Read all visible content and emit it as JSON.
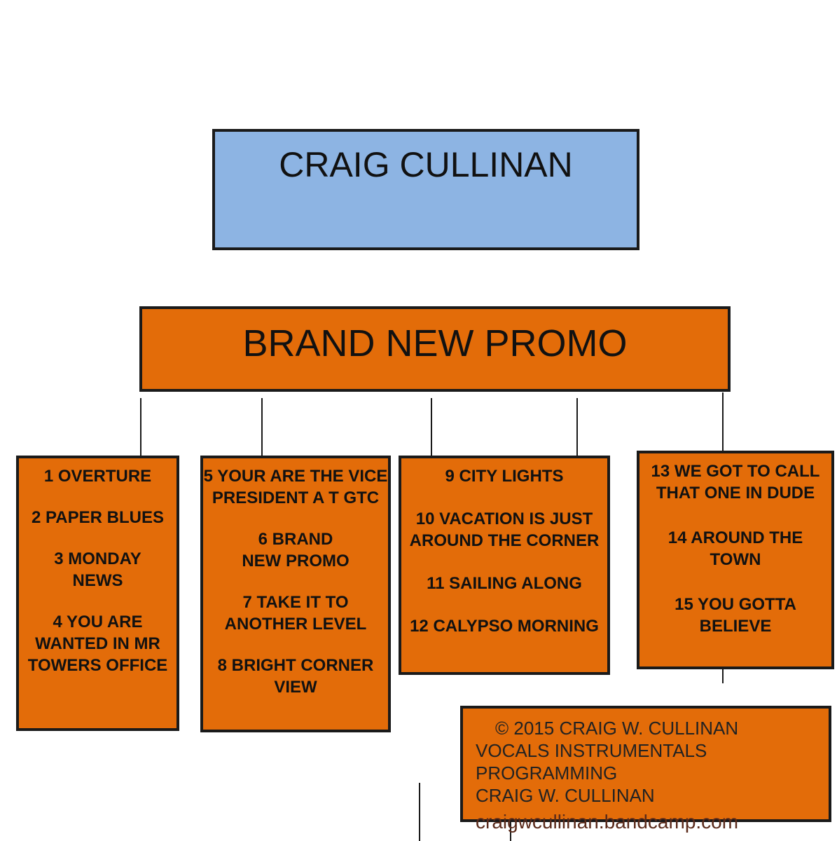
{
  "artist": {
    "name": "CRAIG CULLINAN"
  },
  "album": {
    "title": "BRAND NEW PROMO"
  },
  "tracks": {
    "column1": [
      "1    OVERTURE",
      "2 PAPER BLUES",
      "3 MONDAY\nNEWS",
      "4 YOU ARE\nWANTED IN MR\nTOWERS OFFICE"
    ],
    "column2": [
      "5 YOUR ARE  THE VICE\nPRESIDENT A T GTC",
      "6 BRAND\nNEW PROMO",
      "7 TAKE IT TO\nANOTHER LEVEL",
      "8 BRIGHT CORNER\nVIEW"
    ],
    "column3": [
      "9 CITY LIGHTS",
      "10 VACATION IS JUST\nAROUND THE CORNER",
      "11  SAILING ALONG",
      "12 CALYPSO MORNING"
    ],
    "column4": [
      "13 WE GOT TO CALL\nTHAT ONE IN DUDE",
      "14 AROUND THE\nTOWN",
      "15 YOU GOTTA\nBELIEVE"
    ]
  },
  "credits": {
    "copyright": "© 2015 CRAIG W. CULLINAN",
    "roles": "VOCALS INSTRUMENTALS PROGRAMMING",
    "performer": "CRAIG W. CULLINAN",
    "url": "craigwcullinan.bandcamp.com"
  },
  "colors": {
    "artist_box": "#8db4e3",
    "orange_box": "#e36c09",
    "border": "#1a1a1a"
  }
}
